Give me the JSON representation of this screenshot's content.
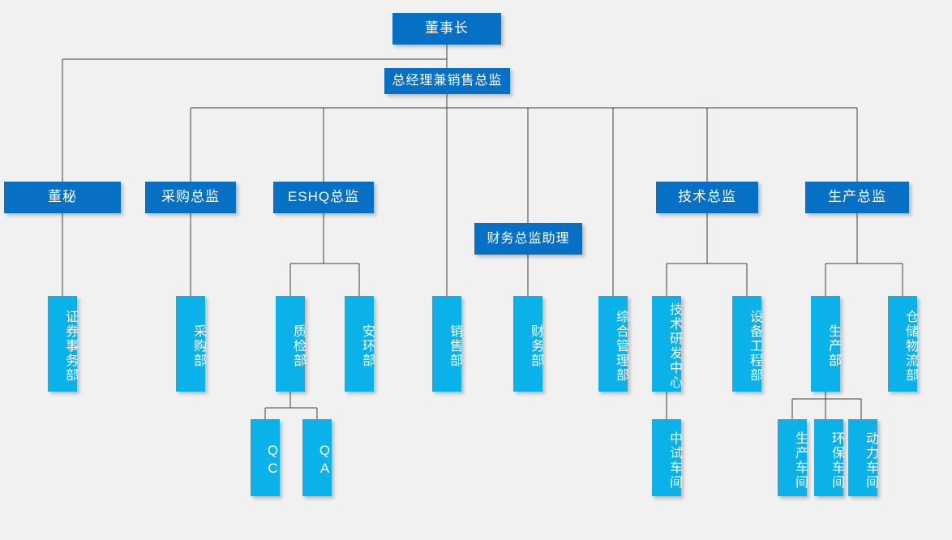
{
  "meta": {
    "title": "公司组织架构图",
    "colors": {
      "background": "#f1f1f1",
      "level_box": "#0670c4",
      "department_box": "#0bb2ea",
      "connector_line": "#404040",
      "text": "#ffffff"
    }
  },
  "nodes": {
    "chairman": {
      "label": "董事长"
    },
    "general_manager": {
      "label": "总经理兼销售总监"
    },
    "board_secretary": {
      "label": "董秘"
    },
    "procurement_director": {
      "label": "采购总监"
    },
    "eshq_director": {
      "label": "ESHQ总监"
    },
    "finance_assistant": {
      "label": "财务总监助理"
    },
    "technical_director": {
      "label": "技术总监"
    },
    "production_director": {
      "label": "生产总监"
    },
    "securities_dept": {
      "label": "证券事务部"
    },
    "procurement_dept": {
      "label": "采购部"
    },
    "quality_inspection_dept": {
      "label": "质检部"
    },
    "safety_environment_dept": {
      "label": "安环部"
    },
    "sales_dept": {
      "label": "销售部"
    },
    "finance_dept": {
      "label": "财务部"
    },
    "general_admin_dept": {
      "label": "综合管理部"
    },
    "rd_center": {
      "label": "技术研发中心"
    },
    "equipment_engineering_dept": {
      "label": "设备工程部"
    },
    "production_dept": {
      "label": "生产部"
    },
    "warehouse_logistics_dept": {
      "label": "仓储物流部"
    },
    "qc": {
      "label": "QC"
    },
    "qa": {
      "label": "QA"
    },
    "pilot_workshop": {
      "label": "中试车间"
    },
    "production_workshop": {
      "label": "生产车间"
    },
    "environmental_workshop": {
      "label": "环保车间"
    },
    "power_workshop": {
      "label": "动力车间"
    }
  },
  "hierarchy": {
    "root": "chairman",
    "edges": [
      {
        "from": "chairman",
        "to": "general_manager"
      },
      {
        "from": "chairman",
        "to": "board_secretary"
      },
      {
        "from": "general_manager",
        "to": "procurement_director"
      },
      {
        "from": "general_manager",
        "to": "eshq_director"
      },
      {
        "from": "general_manager",
        "to": "sales_dept"
      },
      {
        "from": "general_manager",
        "to": "finance_assistant"
      },
      {
        "from": "general_manager",
        "to": "general_admin_dept"
      },
      {
        "from": "general_manager",
        "to": "technical_director"
      },
      {
        "from": "general_manager",
        "to": "production_director"
      },
      {
        "from": "board_secretary",
        "to": "securities_dept"
      },
      {
        "from": "procurement_director",
        "to": "procurement_dept"
      },
      {
        "from": "eshq_director",
        "to": "quality_inspection_dept"
      },
      {
        "from": "eshq_director",
        "to": "safety_environment_dept"
      },
      {
        "from": "finance_assistant",
        "to": "finance_dept"
      },
      {
        "from": "technical_director",
        "to": "rd_center"
      },
      {
        "from": "technical_director",
        "to": "equipment_engineering_dept"
      },
      {
        "from": "production_director",
        "to": "production_dept"
      },
      {
        "from": "production_director",
        "to": "warehouse_logistics_dept"
      },
      {
        "from": "quality_inspection_dept",
        "to": "qc"
      },
      {
        "from": "quality_inspection_dept",
        "to": "qa"
      },
      {
        "from": "rd_center",
        "to": "pilot_workshop"
      },
      {
        "from": "production_dept",
        "to": "production_workshop"
      },
      {
        "from": "production_dept",
        "to": "environmental_workshop"
      },
      {
        "from": "production_dept",
        "to": "power_workshop"
      }
    ]
  }
}
